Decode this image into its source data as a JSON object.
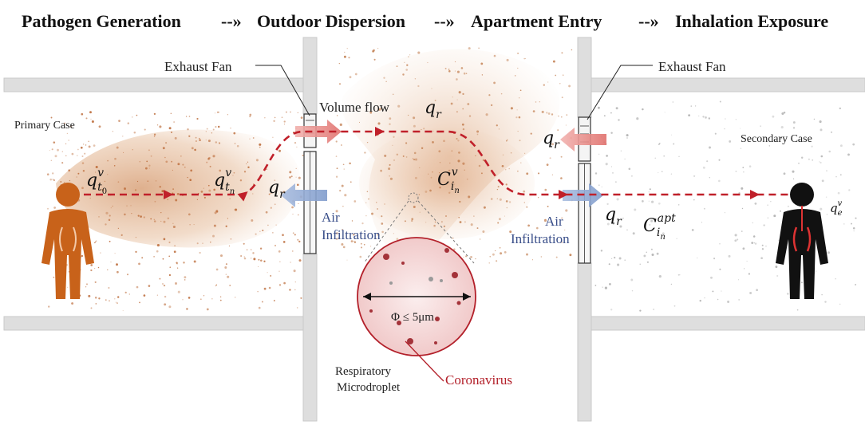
{
  "title": {
    "step1": "Pathogen Generation",
    "arrow1": "--»",
    "step2": "Outdoor Dispersion",
    "arrow2": "--»",
    "step3": "Apartment Entry",
    "arrow3": "--»",
    "step4": "Inhalation Exposure"
  },
  "labels": {
    "exhaust_fan_left": "Exhaust Fan",
    "exhaust_fan_right": "Exhaust Fan",
    "volume_flow": "Volume flow",
    "primary_case": "Primary Case",
    "secondary_case": "Secondary Case",
    "air_infiltration_left_1": "Air",
    "air_infiltration_left_2": "Infiltration",
    "air_infiltration_right_1": "Air",
    "air_infiltration_right_2": "Infiltration",
    "diameter": "Φ ≤ 5μm",
    "respiratory_1": "Respiratory",
    "respiratory_2": "Microdroplet",
    "coronavirus": "Coronavirus"
  },
  "math": {
    "q_t0": {
      "base": "q",
      "sub": "t",
      "subsub": "0",
      "sup": "v"
    },
    "q_tn": {
      "base": "q",
      "sub": "t",
      "subsub": "n",
      "sup": "v"
    },
    "q_r_volume": {
      "base": "q",
      "sub": "r"
    },
    "q_r_left_infiltration": {
      "base": "q",
      "sub": "r"
    },
    "c_in": {
      "base": "C",
      "sub": "i",
      "subsub": "n",
      "sup": "v"
    },
    "q_r_right_exhaust": {
      "base": "q",
      "sub": "r"
    },
    "q_r_right_infiltration": {
      "base": "q",
      "sub": "r"
    },
    "c_in_apt": {
      "base": "C",
      "sub": "i",
      "subsub": "n",
      "sup": "apt"
    },
    "q_e": {
      "base": "q",
      "sub": "e",
      "sup": "v"
    }
  },
  "colors": {
    "person_primary": "#c8621a",
    "person_secondary": "#111111",
    "plume": "#d9a27a",
    "dash_line": "#c0202a",
    "blue_arrow": "#8fa8d0",
    "red_arrow": "#e88a8a",
    "wall": "#dcdcdc",
    "droplet_circle": "#f6dede"
  }
}
